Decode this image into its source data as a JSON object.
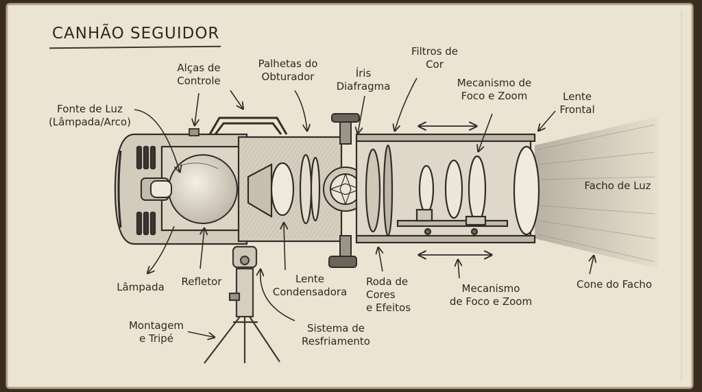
{
  "title": "CANHÃO SEGUIDOR",
  "labels": {
    "fonte_luz": "Fonte de Luz\n(Lâmpada/Arco)",
    "alcas": "Alças de\nControle",
    "palhetas": "Palhetas do\nObturador",
    "iris": "Íris\nDiafragma",
    "filtros": "Filtros de\nCor",
    "foco_top": "Mecanismo de\nFoco e Zoom",
    "lente_frontal": "Lente\nFrontal",
    "facho": "Facho de Luz",
    "lampada": "Lâmpada",
    "refletor": "Refletor",
    "condensadora": "Lente\nCondensadora",
    "roda": "Roda de\nCores\ne Efeitos",
    "foco_bottom": "Mecanismo\nde Foco e Zoom",
    "cone": "Cone do Facho",
    "montagem": "Montagem\ne Tripé",
    "resfriamento": "Sistema de\nResfriamento"
  },
  "colors": {
    "paper": "#ece4d2",
    "ink": "#2b2824",
    "binding": "#3a2d20"
  }
}
